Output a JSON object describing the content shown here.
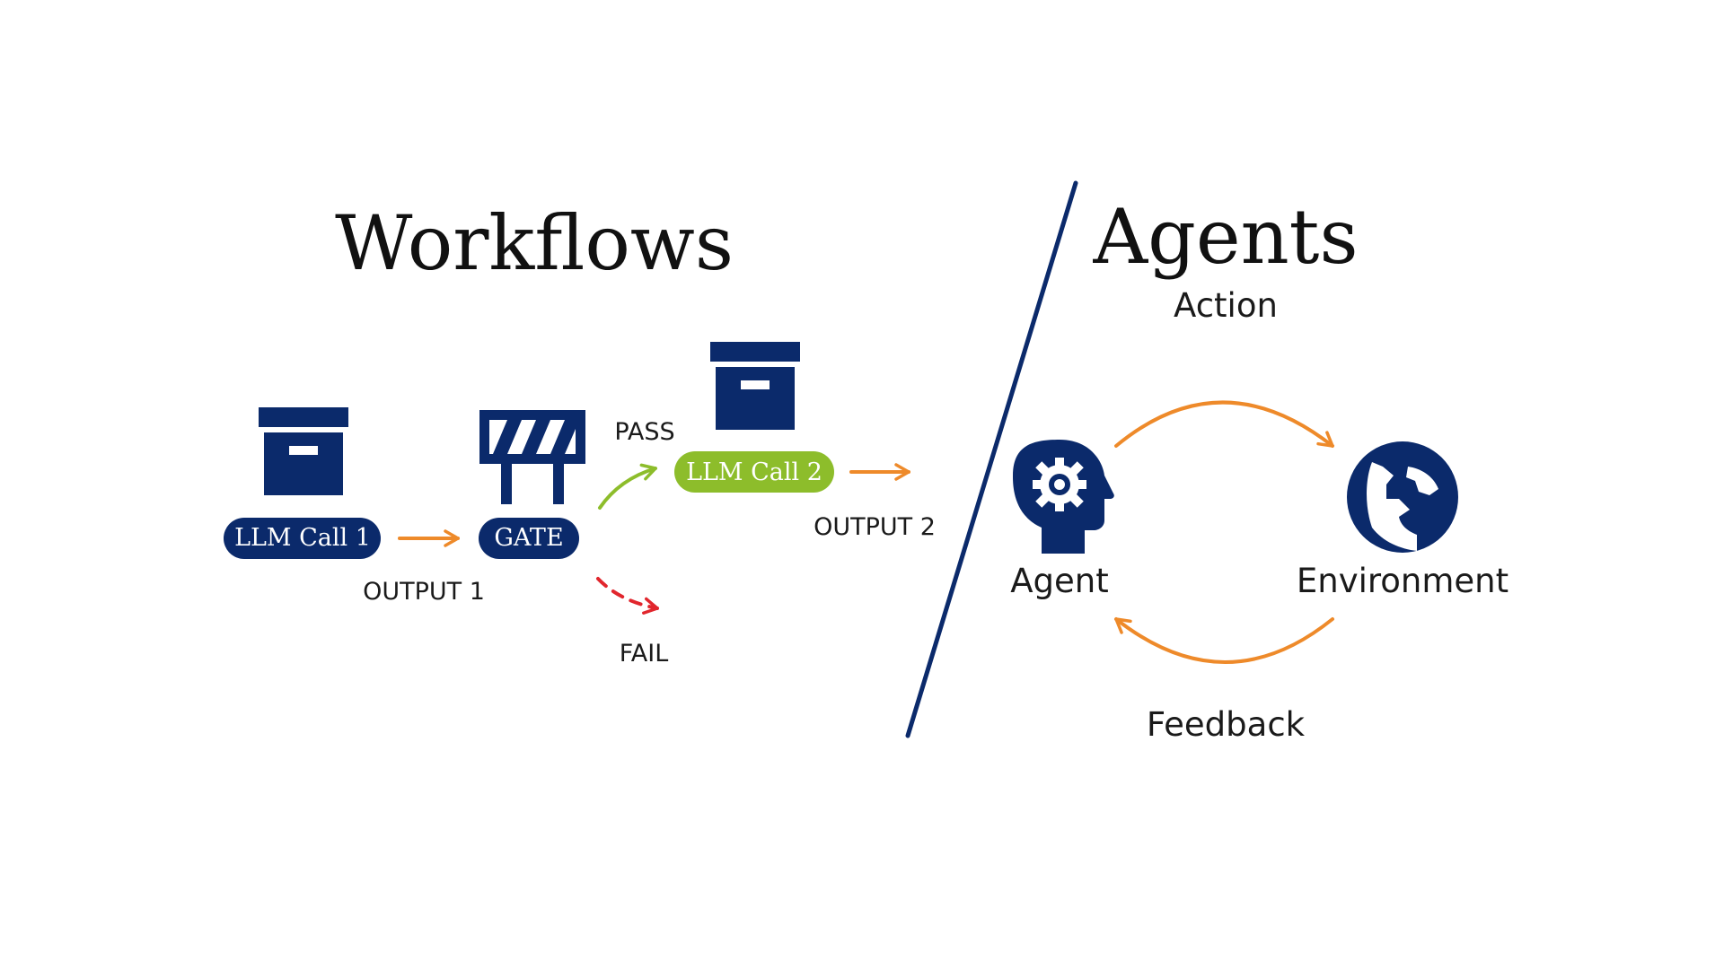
{
  "workflows": {
    "title": "Workflows",
    "llm_call_1": "LLM Call 1",
    "gate": "GATE",
    "llm_call_2": "LLM Call 2",
    "output_1": "OUTPUT 1",
    "output_2": "OUTPUT 2",
    "pass": "PASS",
    "fail": "FAIL"
  },
  "agents": {
    "title": "Agents",
    "action": "Action",
    "agent": "Agent",
    "environment": "Environment",
    "feedback": "Feedback"
  },
  "icons": {
    "archive_box": "archive-box-icon",
    "barrier": "barrier-gate-icon",
    "head_gear": "head-gear-icon",
    "globe": "globe-icon"
  },
  "colors": {
    "navy": "#0b2a6b",
    "orange": "#ee8a2a",
    "green": "#8dbd2b",
    "red": "#e1262d",
    "divider": "#0b2a6b"
  }
}
